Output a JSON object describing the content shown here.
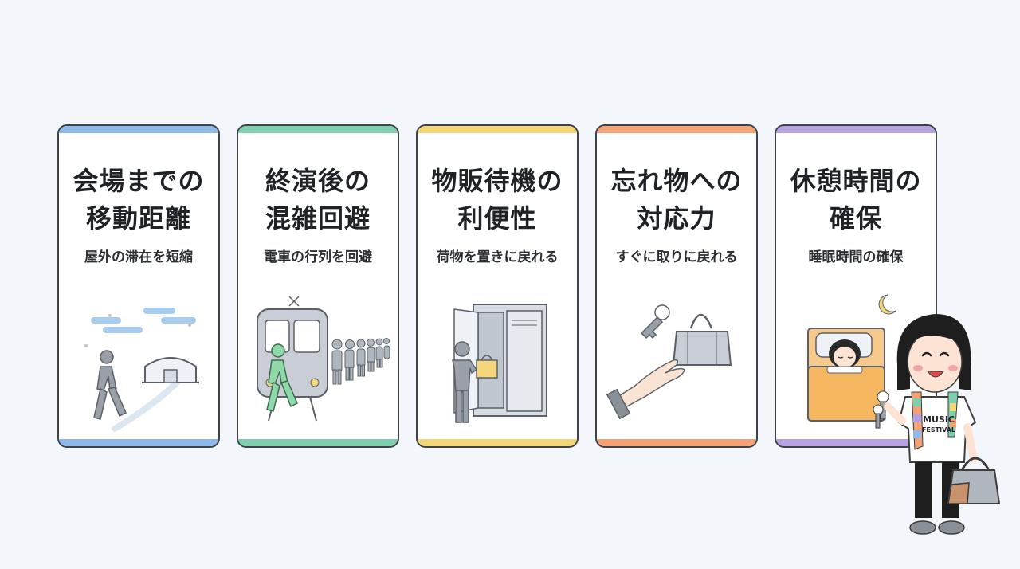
{
  "cards": [
    {
      "title_line1": "会場までの",
      "title_line2": "移動距離",
      "subtitle": "屋外の滞在を短縮",
      "color": "#8fb8ea"
    },
    {
      "title_line1": "終演後の",
      "title_line2": "混雑回避",
      "subtitle": "電車の行列を回避",
      "color": "#7fcfae"
    },
    {
      "title_line1": "物販待機の",
      "title_line2": "利便性",
      "subtitle": "荷物を置きに戻れる",
      "color": "#f3d77a"
    },
    {
      "title_line1": "忘れ物への",
      "title_line2": "対応力",
      "subtitle": "すぐに取りに戻れる",
      "color": "#f3a278"
    },
    {
      "title_line1": "休憩時間の",
      "title_line2": "確保",
      "subtitle": "睡眠時間の確保",
      "color": "#b6a2e0"
    }
  ],
  "shirt": {
    "line1": "MUSIC",
    "line2": "FESTIVAL"
  },
  "icons": [
    "walking-person-icon",
    "venue-dome-icon",
    "train-icon",
    "queue-icon",
    "locker-icon",
    "key-icon",
    "bag-icon",
    "hand-icon",
    "sleeping-person-icon",
    "moon-icon"
  ]
}
